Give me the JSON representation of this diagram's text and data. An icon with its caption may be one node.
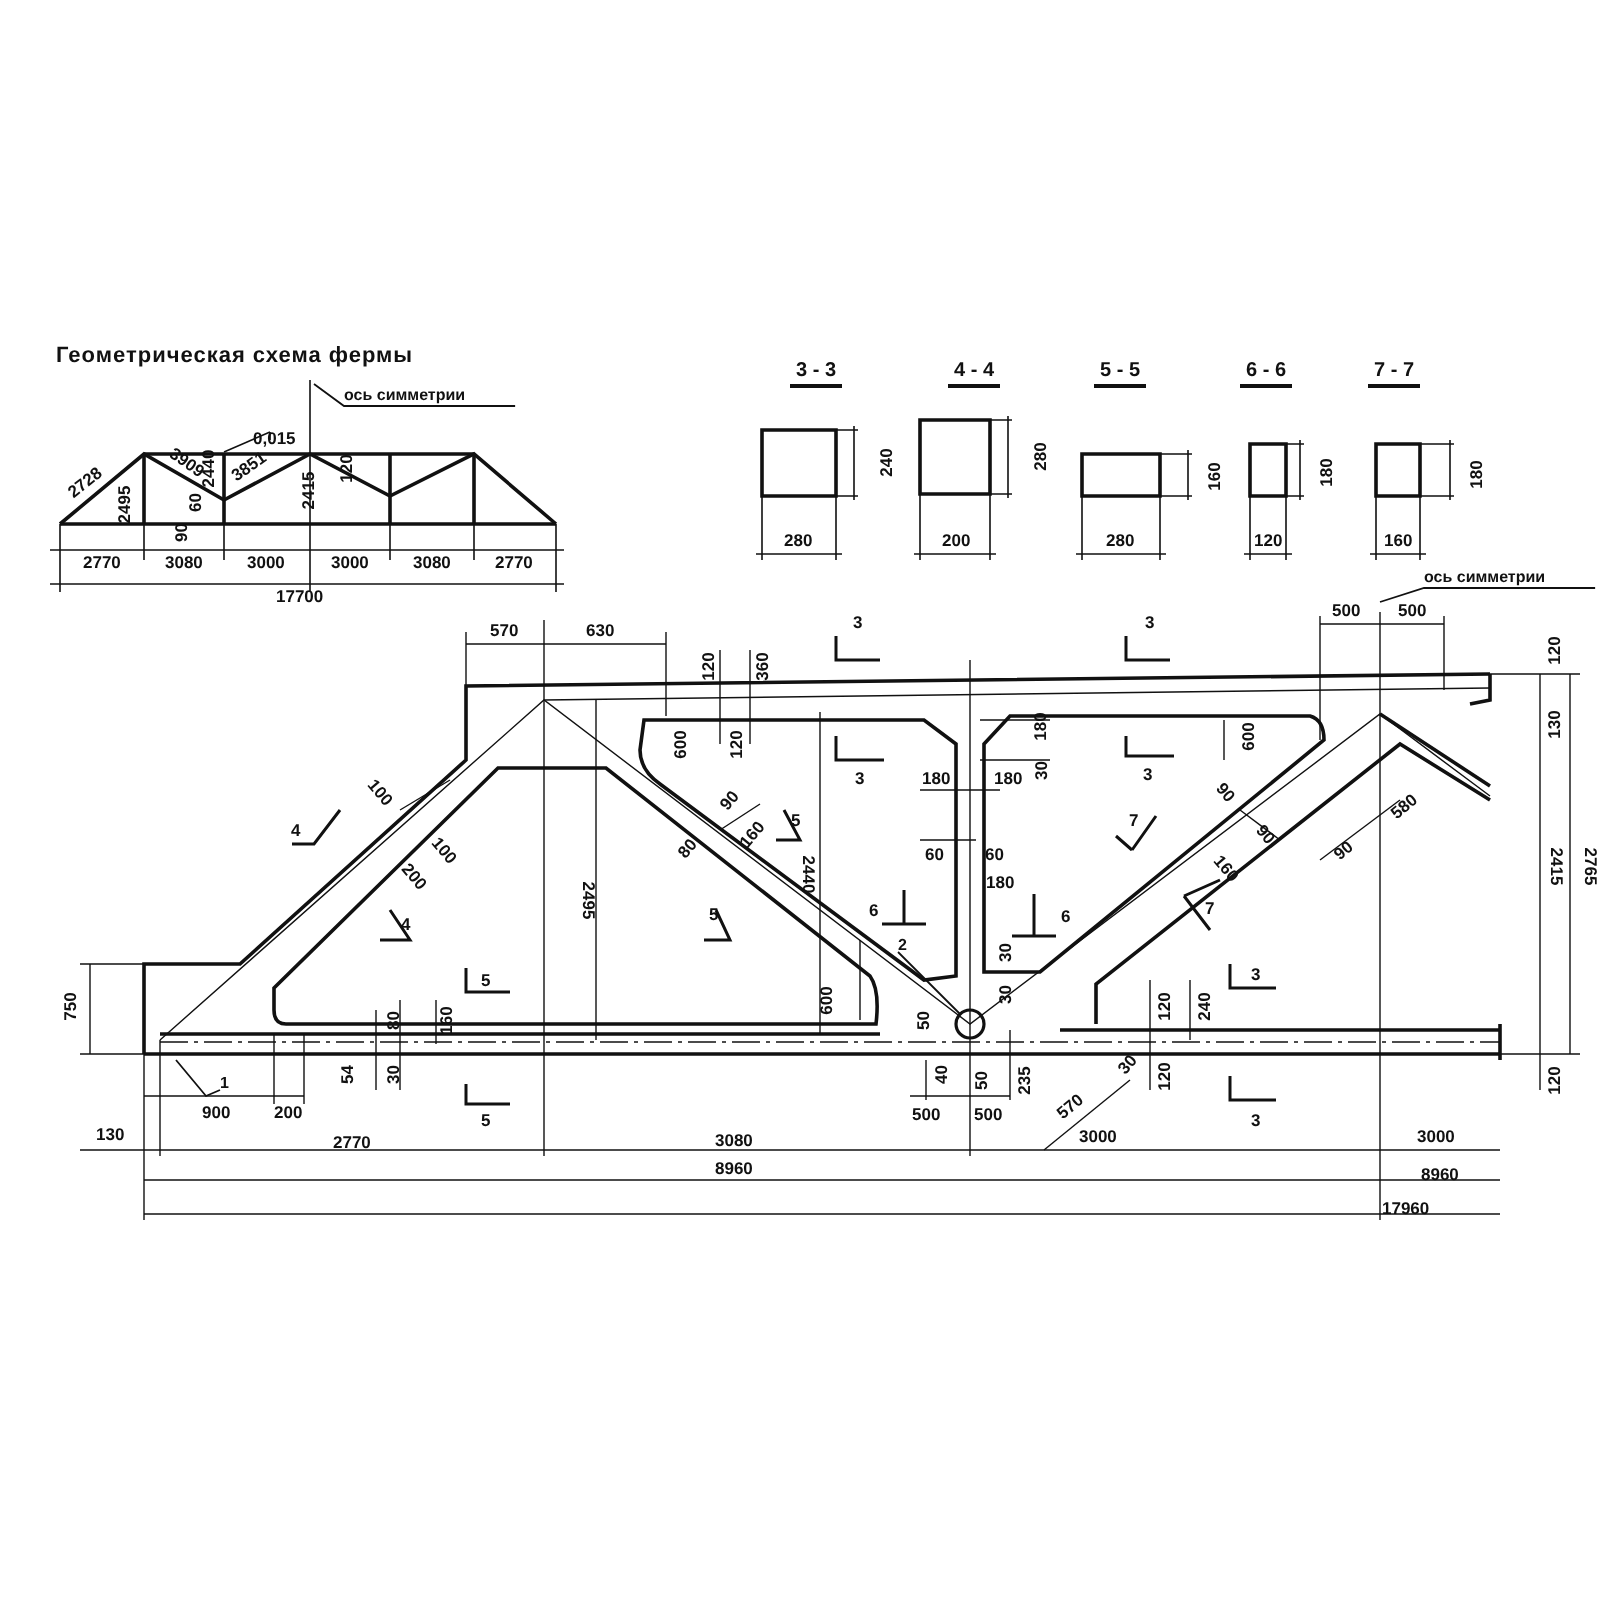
{
  "diagram": {
    "title": "Геометрическая схема фермы",
    "nodes": [
      {
        "text": [
          "ось симметрии"
        ]
      },
      {
        "text": [
          "ось симметрии"
        ]
      },
      {
        "text": [
          "1"
        ]
      },
      {
        "text": [
          "2"
        ]
      },
      {
        "text": [],
        "shape": "circle"
      }
    ],
    "edges": [
      {
        "from": 0,
        "to": null,
        "arrow": "none"
      },
      {
        "from": 1,
        "to": null,
        "arrow": "none"
      },
      {
        "from": 2,
        "to": null,
        "arrow": "none"
      },
      {
        "from": 3,
        "to": 4,
        "arrow": "none"
      }
    ],
    "labels": [
      "0,015",
      "2728",
      "2495",
      "3909",
      "2440",
      "60",
      "90",
      "3851",
      "2415",
      "120",
      "2770",
      "3080",
      "3000",
      "3000",
      "3080",
      "2770",
      "17700",
      "3 - 3",
      "4 - 4",
      "5 - 5",
      "6 - 6",
      "7 - 7",
      "240",
      "280",
      "280",
      "200",
      "160",
      "280",
      "180",
      "120",
      "180",
      "160",
      "570",
      "630",
      "3",
      "3",
      "500",
      "500",
      "120",
      "360",
      "120",
      "600",
      "120",
      "600",
      "130",
      "3",
      "180",
      "3",
      "30",
      "180",
      "180",
      "100",
      "4",
      "90",
      "5",
      "90",
      "7",
      "580",
      "100",
      "80",
      "160",
      "60",
      "60",
      "90",
      "90",
      "200",
      "2440",
      "180",
      "160",
      "2415",
      "2765",
      "4",
      "2495",
      "5",
      "6",
      "6",
      "7",
      "750",
      "30",
      "5",
      "3",
      "600",
      "30",
      "120",
      "240",
      "80",
      "160",
      "50",
      "570",
      "30",
      "54",
      "30",
      "40",
      "50",
      "235",
      "120",
      "120",
      "5",
      "3",
      "900",
      "200",
      "500",
      "500",
      "130",
      "2770",
      "3080",
      "3000",
      "3000",
      "8960",
      "8960",
      "17960"
    ]
  }
}
